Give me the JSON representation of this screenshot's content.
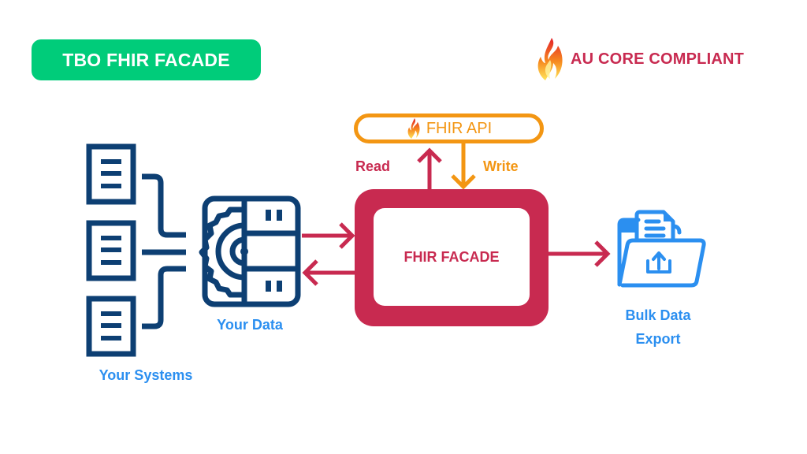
{
  "header": {
    "title_badge": "TBO FHIR FACADE",
    "compliance_label": "AU CORE COMPLIANT"
  },
  "colors": {
    "green": "#00cc7a",
    "crimson": "#c82a50",
    "orange": "#f39613",
    "navy": "#0d3f73",
    "blue": "#2b8ff0"
  },
  "nodes": {
    "fhir_api": "FHIR API",
    "fhir_facade": "FHIR FACADE",
    "your_data": "Your Data",
    "your_systems": "Your Systems",
    "bulk_export_line1": "Bulk Data",
    "bulk_export_line2": "Export"
  },
  "edges": {
    "read": "Read",
    "write": "Write"
  },
  "icons": {
    "systems": "document-icon",
    "data": "database-gear-icon",
    "api": "fhir-flame-icon",
    "export": "folder-upload-icon"
  }
}
